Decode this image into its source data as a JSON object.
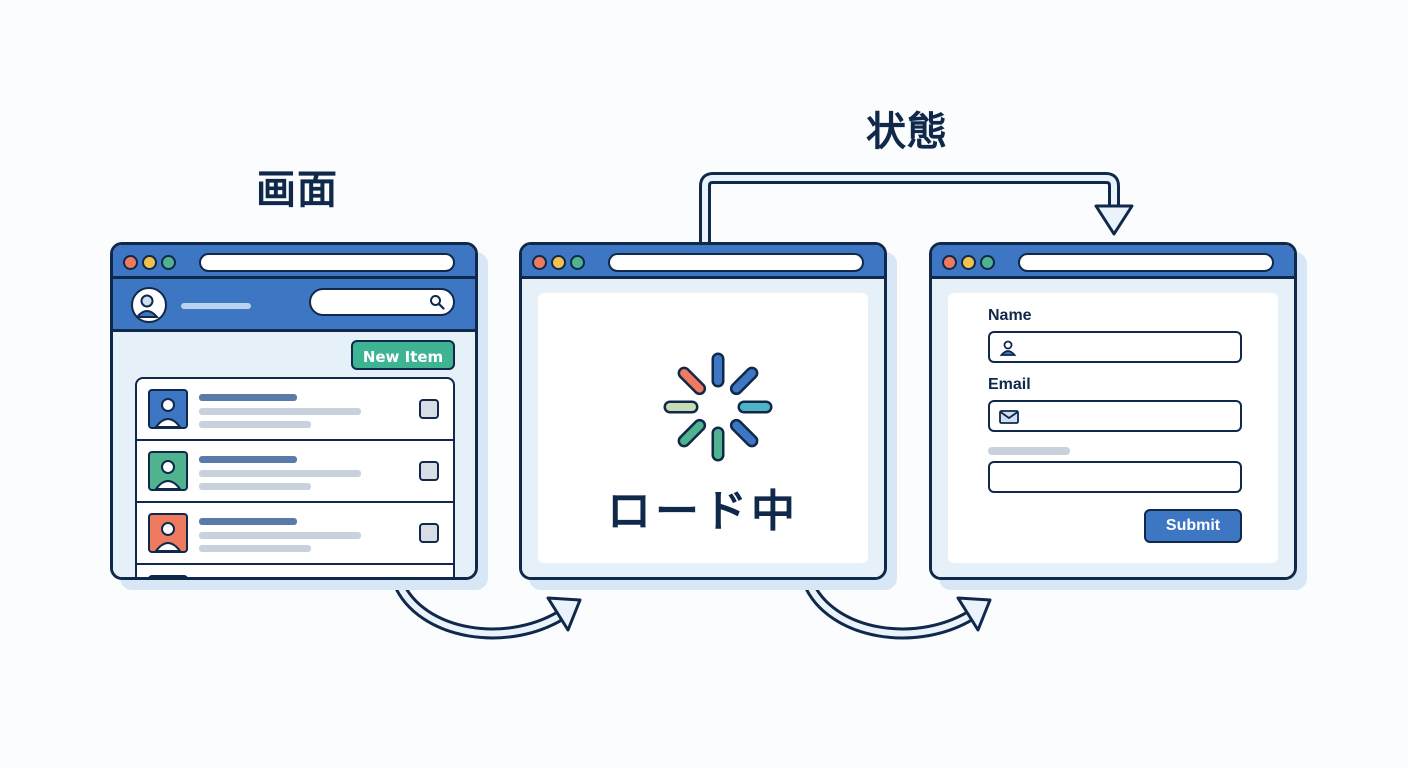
{
  "headings": {
    "screen": "画面",
    "state": "状態"
  },
  "list_window": {
    "new_item_label": "New Item",
    "row_avatar_colors": [
      "#3d76c2",
      "#4fb38f",
      "#f07a5f",
      "#4fb38f"
    ]
  },
  "loading_window": {
    "label": "ロード中",
    "spinner_colors": [
      "#3d76c2",
      "#3d76c2",
      "#4fb3c8",
      "#3d76c2",
      "#4fb38f",
      "#4fb38f",
      "#c7dbb4",
      "#f07a5f"
    ]
  },
  "form_window": {
    "name_label": "Name",
    "email_label": "Email",
    "submit_label": "Submit"
  },
  "colors": {
    "ink": "#10284a",
    "primary": "#3d76c2",
    "accent_green": "#3fb495",
    "window_tint": "#e6f0f9",
    "arrow_fill": "#eaf3fb"
  }
}
